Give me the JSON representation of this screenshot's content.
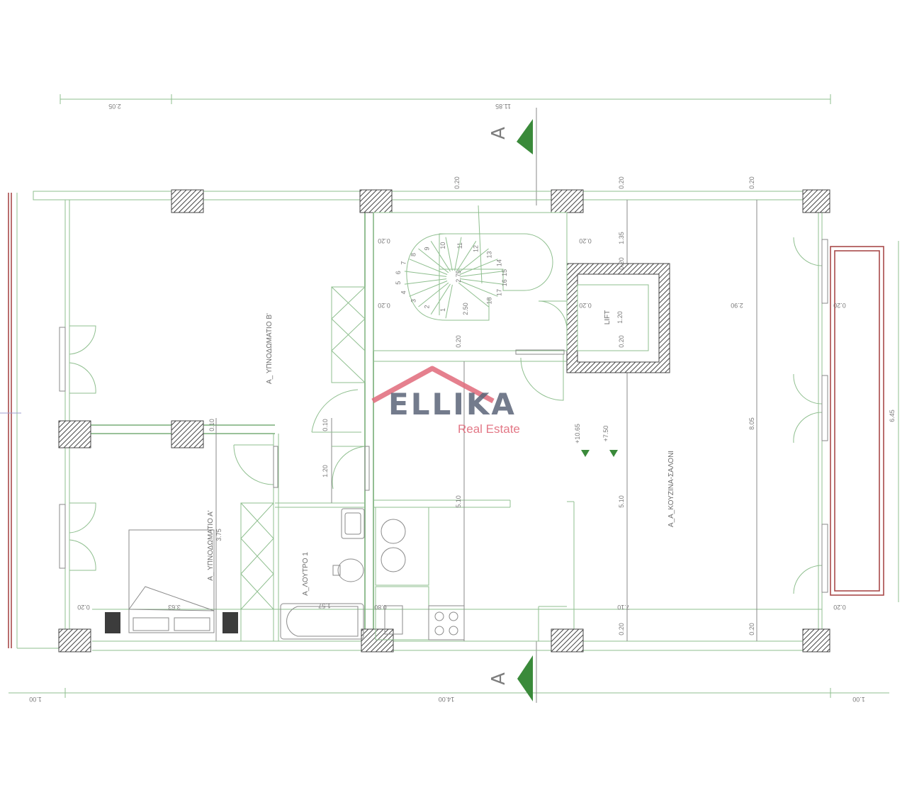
{
  "dimensions": {
    "top_total": "11.85",
    "top_left": "2.05",
    "bottom_total": "14.00",
    "bottom_left": "1.00",
    "bottom_right": "1.00",
    "right_total": "6.45",
    "mid_vertical": "8.05",
    "col_510": "5.10",
    "col_510b": "5.10",
    "d020_a": "0.20",
    "d020_b": "0.20",
    "d020_c": "0.20",
    "d020_d": "0.20",
    "d020_e": "0.20",
    "d020_f": "0.20",
    "d020_g": "0.20",
    "d020_h": "0.20",
    "d020_i": "0.20",
    "d020_j": "0.20",
    "d020_k": "0.20",
    "d020_l": "0.20",
    "d020_m": "0.20",
    "d135": "1.35",
    "d290": "2.90",
    "d275": "2.75",
    "d250": "2.50",
    "d010_a": "0.10",
    "d010_b": "0.10",
    "d120": "1.20",
    "d363": "3.63",
    "d710": "7.10",
    "d157": "1.57",
    "d080": "0.80",
    "d375": "3.75",
    "lvl_1065": "+10.65",
    "lvl_750": "+7.50"
  },
  "rooms": {
    "bedroom_b": "Α_ ΥΠΝΟΔΩΜΑΤΙΟ Β'",
    "bedroom_a": "Α_ ΥΠΝΟΔΩΜΑΤΙΟ Α'",
    "kitchen_living": "Α_Α_ΚΟΥΖΙΝΑ-ΣΑΛΟΝΙ",
    "bath": "Α_ΛΟΥΤΡΟ 1",
    "lift": "LIFT",
    "lift_dim": "1.20"
  },
  "section_marks": {
    "top": "A",
    "bottom": "A"
  },
  "stairs": [
    "1",
    "2",
    "3",
    "4",
    "5",
    "6",
    "7",
    "8",
    "9",
    "10",
    "11",
    "12",
    "13",
    "14",
    "15",
    "16",
    "17",
    "18"
  ],
  "logo": {
    "name": "ELLIKA",
    "subtitle": "Real Estate"
  },
  "colors": {
    "walls": "#8fbf8f",
    "columns": "#555555",
    "balcony": "#a84a4a",
    "accent": "#e06a7a"
  }
}
